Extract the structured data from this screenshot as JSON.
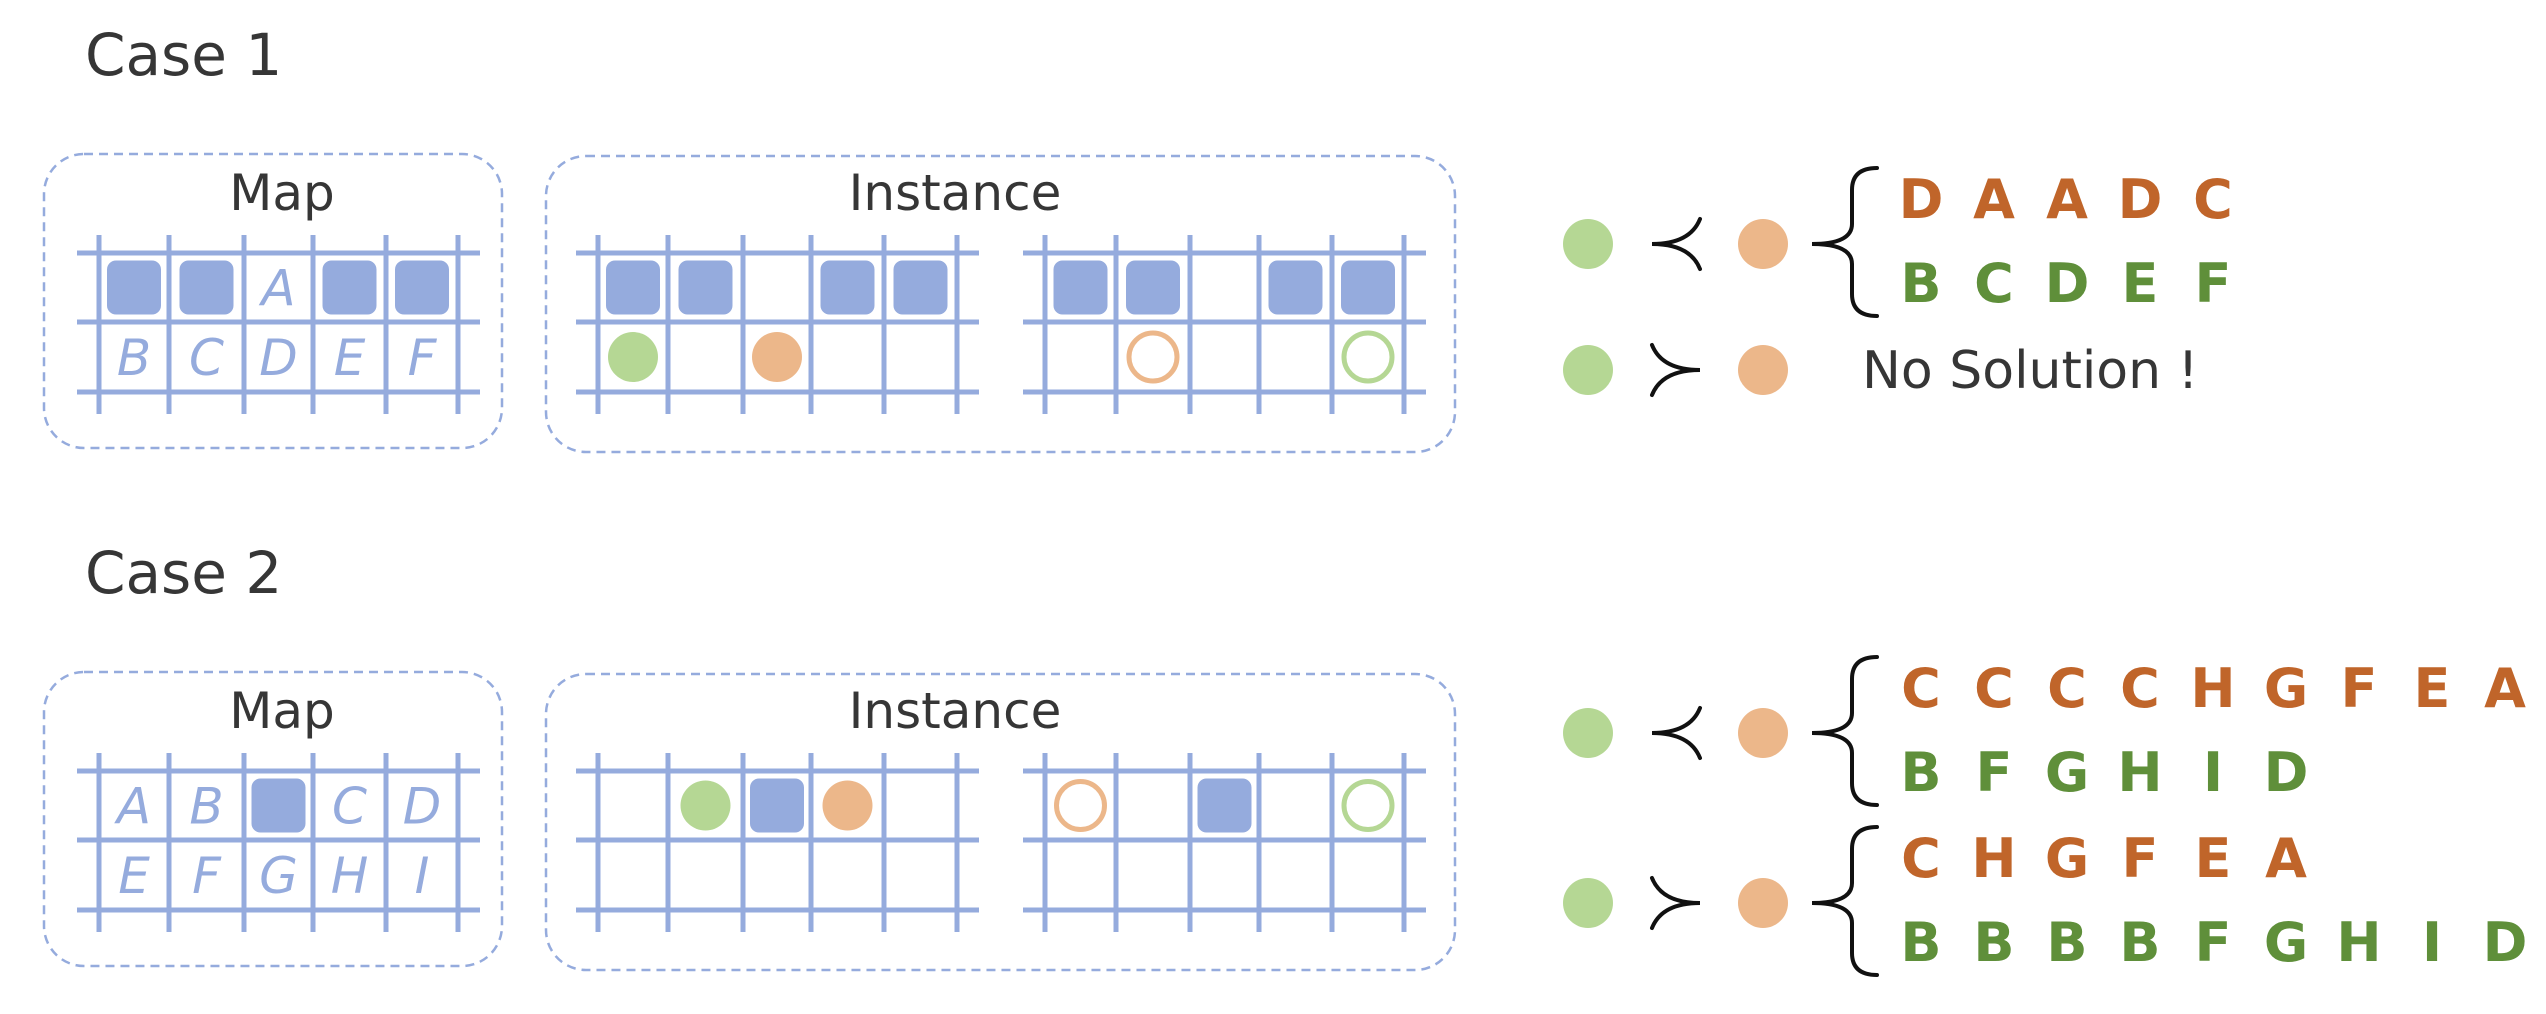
{
  "colors": {
    "grid": "#95abdd",
    "text_dark": "#363636",
    "agent_green": "#b5d794",
    "agent_orange": "#ecb78a",
    "seq_orange": "#c0652a",
    "seq_green": "#5f8f3a",
    "brace": "#111111"
  },
  "cases": [
    {
      "title": "Case 1",
      "map": {
        "title": "Map",
        "rows": [
          [
            "#",
            "#",
            "A",
            "#",
            "#"
          ],
          [
            "B",
            "C",
            "D",
            "E",
            "F"
          ]
        ]
      },
      "instance": {
        "title": "Instance",
        "grids": [
          {
            "rows": [
              [
                "#",
                "#",
                ".",
                "#",
                "#"
              ],
              [
                "green_agent",
                ".",
                "orange_agent",
                ".",
                "."
              ]
            ]
          },
          {
            "rows": [
              [
                "#",
                "#",
                ".",
                "#",
                "#"
              ],
              [
                ".",
                "orange_goal",
                ".",
                ".",
                "green_goal"
              ]
            ]
          }
        ]
      },
      "priorities": [
        {
          "relation": "≺",
          "relation_name": "green-precedes-orange",
          "orange_path": [
            "D",
            "A",
            "A",
            "D",
            "C"
          ],
          "green_path": [
            "B",
            "C",
            "D",
            "E",
            "F"
          ],
          "result_text": null
        },
        {
          "relation": "≻",
          "relation_name": "green-succeeds-orange",
          "orange_path": null,
          "green_path": null,
          "result_text": "No Solution !"
        }
      ]
    },
    {
      "title": "Case 2",
      "map": {
        "title": "Map",
        "rows": [
          [
            "A",
            "B",
            "#",
            "C",
            "D"
          ],
          [
            "E",
            "F",
            "G",
            "H",
            "I"
          ]
        ]
      },
      "instance": {
        "title": "Instance",
        "grids": [
          {
            "rows": [
              [
                ".",
                "green_agent",
                "#",
                "orange_agent",
                "."
              ],
              [
                ".",
                ".",
                ".",
                ".",
                "."
              ]
            ]
          },
          {
            "rows": [
              [
                "orange_goal",
                ".",
                "#",
                ".",
                "green_goal"
              ],
              [
                ".",
                ".",
                ".",
                ".",
                "."
              ]
            ]
          }
        ]
      },
      "priorities": [
        {
          "relation": "≺",
          "relation_name": "green-precedes-orange",
          "orange_path": [
            "C",
            "C",
            "C",
            "C",
            "H",
            "G",
            "F",
            "E",
            "A"
          ],
          "green_path": [
            "B",
            "F",
            "G",
            "H",
            "I",
            "D"
          ],
          "result_text": null
        },
        {
          "relation": "≻",
          "relation_name": "green-succeeds-orange",
          "orange_path": [
            "C",
            "H",
            "G",
            "F",
            "E",
            "A"
          ],
          "green_path": [
            "B",
            "B",
            "B",
            "B",
            "F",
            "G",
            "H",
            "I",
            "D"
          ],
          "result_text": null
        }
      ]
    }
  ]
}
